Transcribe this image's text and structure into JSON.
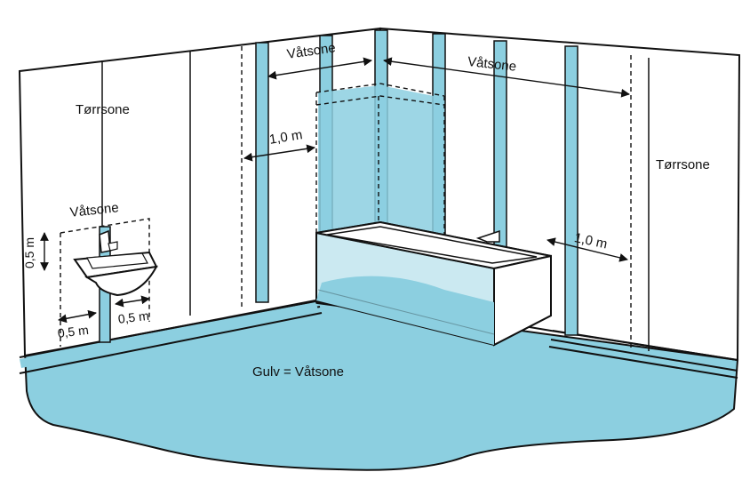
{
  "labels": {
    "dry_zone_left": "Tørrsone",
    "dry_zone_right": "Tørrsone",
    "wet_zone_back_left": "Våtsone",
    "wet_zone_back_right": "Våtsone",
    "wet_zone_sink": "Våtsone",
    "floor_wet_zone": "Gulv = Våtsone",
    "dist_tub_left": "1,0 m",
    "dist_tub_right": "1,0 m",
    "dist_sink_height": "0,5 m",
    "dist_sink_left": "0,5 m",
    "dist_sink_right": "0,5 m"
  },
  "colors": {
    "wet": "#8ccfe0",
    "line": "#111111",
    "wall": "#ffffff"
  }
}
